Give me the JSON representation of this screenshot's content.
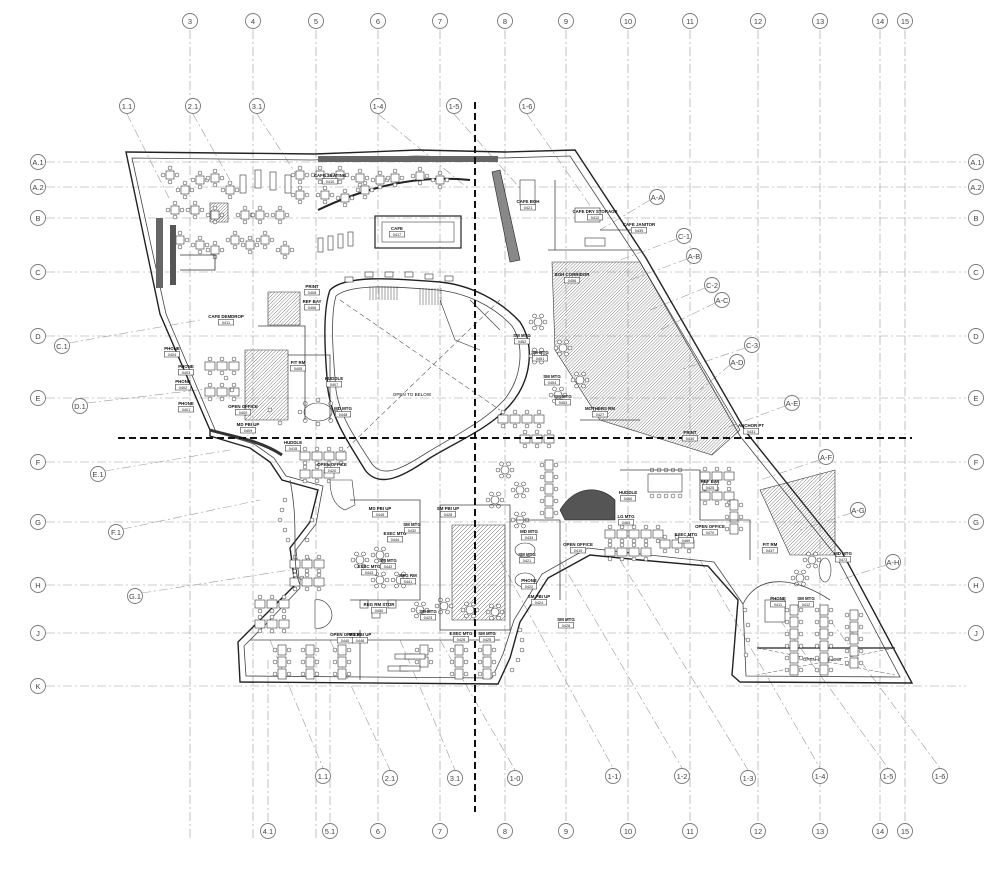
{
  "grid": {
    "columns_top": [
      "3",
      "4",
      "5",
      "6",
      "7",
      "8",
      "9",
      "10",
      "11",
      "12",
      "13",
      "14",
      "15"
    ],
    "columns_bottom": [
      "4.1",
      "5.1",
      "6",
      "7",
      "8",
      "9",
      "10",
      "11",
      "12",
      "13",
      "14",
      "15"
    ],
    "upper_diagonals": [
      "1.1",
      "2.1",
      "3.1",
      "1-4",
      "1-5",
      "1-6"
    ],
    "lower_diagonals": [
      "1.1",
      "2.1",
      "3.1",
      "1-0",
      "1-1",
      "1-2",
      "1-3",
      "1-4",
      "1-5",
      "1-6"
    ],
    "rows": [
      "A.1",
      "A.2",
      "B",
      "C",
      "D",
      "E",
      "F",
      "G",
      "H",
      "J",
      "K"
    ],
    "left_sub_rows": [
      "C.1",
      "D.1",
      "E.1",
      "F.1",
      "G.1"
    ],
    "right_sub_rows": [
      "A-A",
      "C-1",
      "A-B",
      "C-2",
      "A-C",
      "C-3",
      "A-D",
      "A-E",
      "A-F",
      "A-G",
      "A-H"
    ]
  },
  "rooms": [
    {
      "name": "CAFE SEATING",
      "num": "0410"
    },
    {
      "name": "CAFE",
      "num": "0417"
    },
    {
      "name": "CAFE BOH",
      "num": "0421"
    },
    {
      "name": "CAFE DRY STORAGE",
      "num": "0412"
    },
    {
      "name": "CAFE JANITOR",
      "num": "0439"
    },
    {
      "name": "BOH CORRIDOR",
      "num": "0456"
    },
    {
      "name": "PRINT",
      "num": "0408"
    },
    {
      "name": "REF BAY",
      "num": "0406"
    },
    {
      "name": "CAFE DEMDROP",
      "num": "0411"
    },
    {
      "name": "PHONE",
      "num": "0404"
    },
    {
      "name": "PHONE",
      "num": "0403"
    },
    {
      "name": "PHONE",
      "num": "0402"
    },
    {
      "name": "PHONE",
      "num": "0401"
    },
    {
      "name": "FIT RM",
      "num": "0405"
    },
    {
      "name": "HUDDLE",
      "num": "0407"
    },
    {
      "name": "OPEN OFFICE",
      "num": "0400"
    },
    {
      "name": "MD PBI UP",
      "num": "0409"
    },
    {
      "name": "MD MTG",
      "num": "0448"
    },
    {
      "name": "HUDDLE",
      "num": "0415"
    },
    {
      "name": "OPEN OFFICE",
      "num": "0420"
    },
    {
      "name": "SM MTG",
      "num": "0452"
    },
    {
      "name": "SM MTG",
      "num": "0451"
    },
    {
      "name": "SM MTG",
      "num": "0454"
    },
    {
      "name": "SM MTG",
      "num": "0453"
    },
    {
      "name": "MOTHERS RM",
      "num": "0427"
    },
    {
      "name": "PRINT",
      "num": "0430"
    },
    {
      "name": "ANCHOR PT",
      "num": "0431"
    },
    {
      "name": "HUDDLE",
      "num": "0460"
    },
    {
      "name": "LG MTG",
      "num": "0465"
    },
    {
      "name": "REF BAY",
      "num": "0425"
    },
    {
      "name": "OPEN OFFICE",
      "num": "0470"
    },
    {
      "name": "EXEC MTG",
      "num": "0469"
    },
    {
      "name": "FIT RM",
      "num": "0437"
    },
    {
      "name": "MD MTG",
      "num": "0473"
    },
    {
      "name": "PHONE",
      "num": "0411"
    },
    {
      "name": "SM MTG",
      "num": "0412"
    },
    {
      "name": "MD PBI UP",
      "num": "0445"
    },
    {
      "name": "EXEC MTG",
      "num": "0444"
    },
    {
      "name": "SM PBI UP",
      "num": "0428"
    },
    {
      "name": "SM MTG",
      "num": "0432"
    },
    {
      "name": "EXEC MTG",
      "num": "0443"
    },
    {
      "name": "SM MTG",
      "num": "0442"
    },
    {
      "name": "REG RM",
      "num": "0441"
    },
    {
      "name": "REG RM STOR",
      "num": "0450"
    },
    {
      "name": "SM MTG",
      "num": "0423"
    },
    {
      "name": "MD MTG",
      "num": "0433"
    },
    {
      "name": "SM MTG",
      "num": "0421"
    },
    {
      "name": "OPEN OFFICE",
      "num": "0410"
    },
    {
      "name": "PHONE",
      "num": "0422"
    },
    {
      "name": "SM PBI UP",
      "num": "0424"
    },
    {
      "name": "SM MTG",
      "num": "0426"
    },
    {
      "name": "OPEN OFFICE",
      "num": "0440"
    },
    {
      "name": "MD PBI UP",
      "num": "0446"
    },
    {
      "name": "EXEC MTG",
      "num": "0426"
    },
    {
      "name": "SM MTG",
      "num": "0425"
    }
  ],
  "voids": [
    "OPEN TO BELOW",
    "OPEN TO BELOW"
  ]
}
